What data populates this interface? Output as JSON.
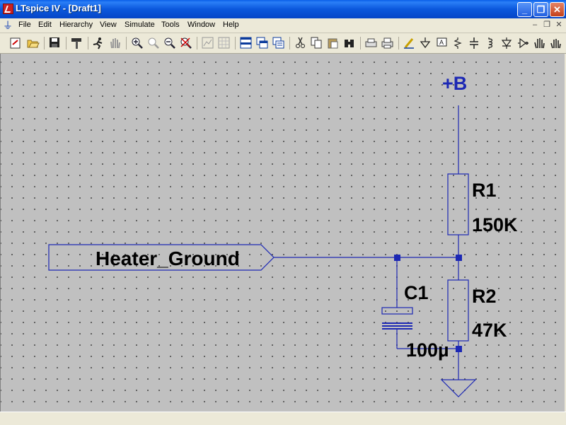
{
  "window": {
    "title": "LTspice IV - [Draft1]"
  },
  "menu": {
    "items": [
      {
        "label": "File"
      },
      {
        "label": "Edit"
      },
      {
        "label": "Hierarchy"
      },
      {
        "label": "View"
      },
      {
        "label": "Simulate"
      },
      {
        "label": "Tools"
      },
      {
        "label": "Window"
      },
      {
        "label": "Help"
      }
    ]
  },
  "schematic": {
    "supply_label": "+B",
    "net_label": "Heater_Ground",
    "components": {
      "r1": {
        "name": "R1",
        "value": "150K"
      },
      "r2": {
        "name": "R2",
        "value": "47K"
      },
      "c1": {
        "name": "C1",
        "value": "100µ"
      }
    }
  },
  "colors": {
    "wire": "#1c28b4",
    "canvas": "#c0c0c0",
    "title_bar": "#0b57dc"
  }
}
